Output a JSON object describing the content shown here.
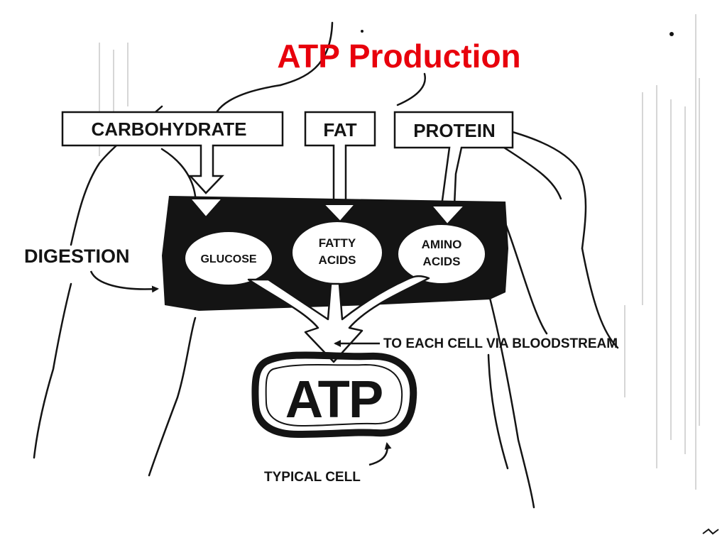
{
  "title": "ATP Production",
  "sources": {
    "carbohydrate": "CARBOHYDRATE",
    "fat": "FAT",
    "protein": "PROTEIN"
  },
  "digestion_label": "DIGESTION",
  "nutrients": {
    "glucose": "GLUCOSE",
    "fatty_line1": "FATTY",
    "fatty_line2": "ACIDS",
    "amino_line1": "AMINO",
    "amino_line2": "ACIDS"
  },
  "bloodstream_label": "TO EACH CELL VIA  BLOODSTREAM",
  "cell_label": "ATP",
  "typical_cell_label": "TYPICAL CELL",
  "colors": {
    "title": "#e8000c",
    "ink": "#141414",
    "background": "#ffffff"
  }
}
